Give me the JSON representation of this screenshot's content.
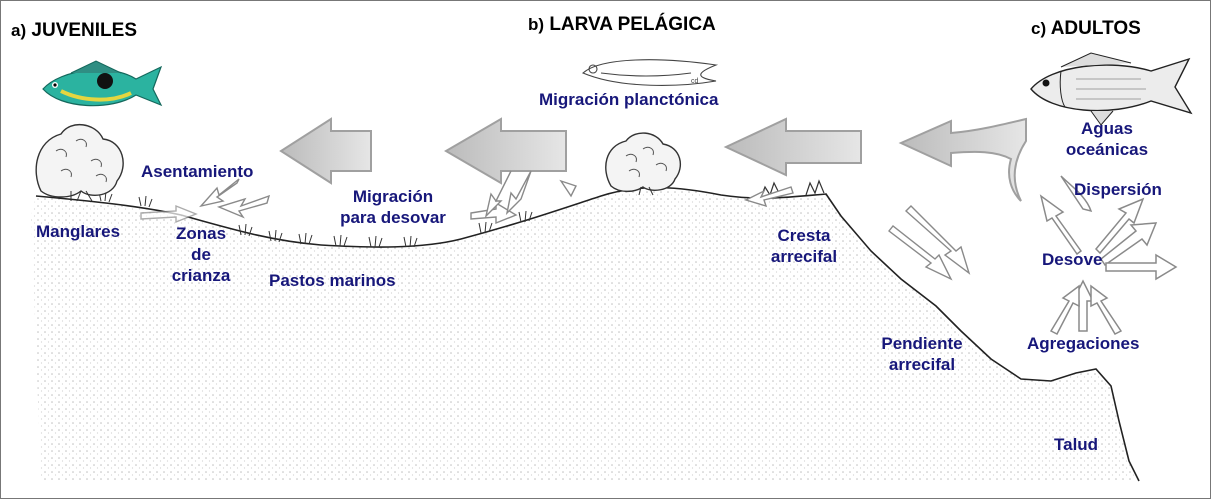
{
  "panels": {
    "juveniles": {
      "prefix": "a)",
      "title": "JUVENILES"
    },
    "larva": {
      "prefix": "b)",
      "title": "LARVA PELÁGICA"
    },
    "adultos": {
      "prefix": "c)",
      "title": "ADULTOS"
    }
  },
  "labels": {
    "migracion_planctonica": "Migración planctónica",
    "asentamiento": "Asentamiento",
    "manglares": "Manglares",
    "migracion_desovar_1": "Migración",
    "migracion_desovar_2": "para desovar",
    "zonas_1": "Zonas",
    "zonas_2": "de",
    "zonas_3": "crianza",
    "pastos_marinos": "Pastos marinos",
    "cresta_1": "Cresta",
    "cresta_2": "arrecifal",
    "pendiente_1": "Pendiente",
    "pendiente_2": "arrecifal",
    "aguas_1": "Aguas",
    "aguas_2": "oceánicas",
    "dispersion": "Dispersión",
    "desove": "Desove",
    "agregaciones": "Agregaciones",
    "talud": "Talud"
  },
  "colors": {
    "label_text": "#17177a",
    "title_text": "#000000",
    "juvenile_fish_body": "#2bb3a0",
    "juvenile_fish_spot": "#111111",
    "arrow_outline": "#9a9a9a",
    "seabed_line": "#222222"
  }
}
